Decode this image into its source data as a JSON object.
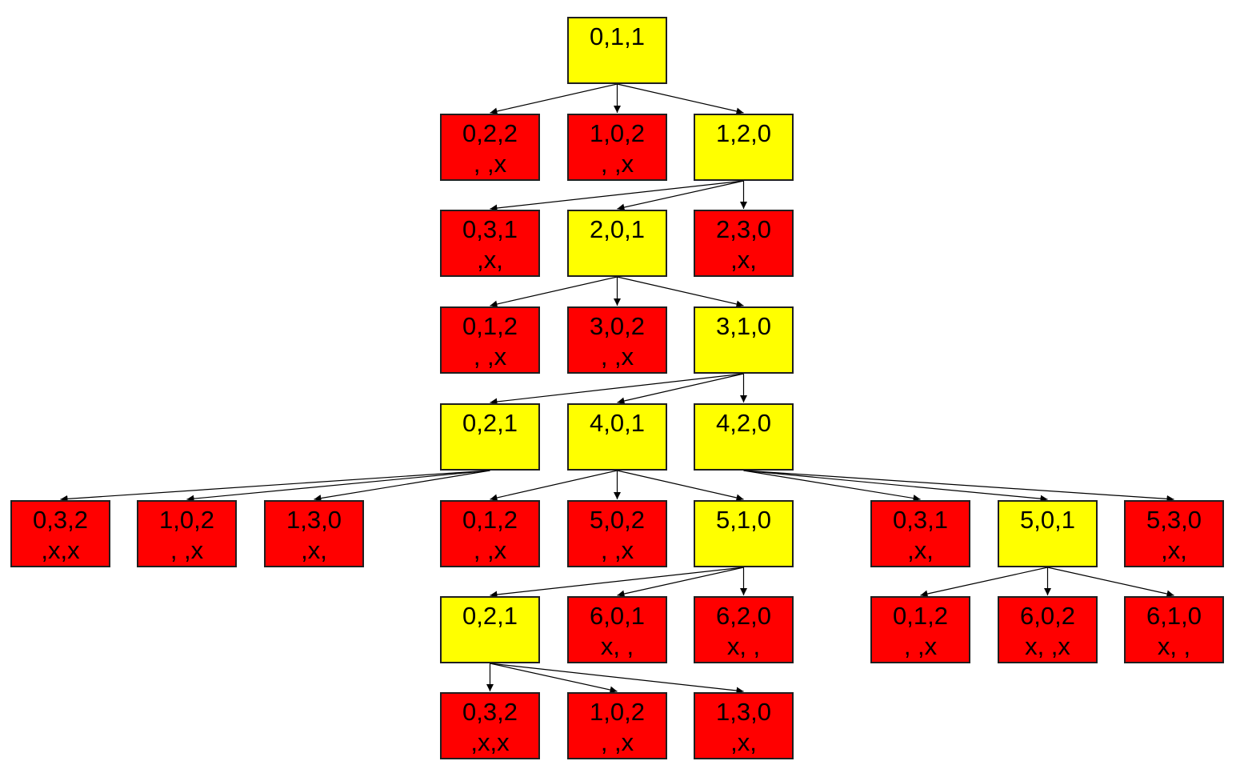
{
  "colors": {
    "open": "#ffff00",
    "dead": "#ff0000",
    "border": "#1f1f1f",
    "edge": "#000000"
  },
  "nodes": [
    {
      "id": "n0",
      "status": "open",
      "lines": [
        "0,1,1"
      ]
    },
    {
      "id": "n1a",
      "status": "dead",
      "lines": [
        "0,2,2",
        ", ,x"
      ]
    },
    {
      "id": "n1b",
      "status": "dead",
      "lines": [
        "1,0,2",
        ", ,x"
      ]
    },
    {
      "id": "n1c",
      "status": "open",
      "lines": [
        "1,2,0"
      ]
    },
    {
      "id": "n2a",
      "status": "dead",
      "lines": [
        "0,3,1",
        ",x,"
      ]
    },
    {
      "id": "n2b",
      "status": "open",
      "lines": [
        "2,0,1"
      ]
    },
    {
      "id": "n2c",
      "status": "dead",
      "lines": [
        "2,3,0",
        ",x,"
      ]
    },
    {
      "id": "n3a",
      "status": "dead",
      "lines": [
        "0,1,2",
        ", ,x"
      ]
    },
    {
      "id": "n3b",
      "status": "dead",
      "lines": [
        "3,0,2",
        ", ,x"
      ]
    },
    {
      "id": "n3c",
      "status": "open",
      "lines": [
        "3,1,0"
      ]
    },
    {
      "id": "n4a",
      "status": "open",
      "lines": [
        "0,2,1"
      ]
    },
    {
      "id": "n4b",
      "status": "open",
      "lines": [
        "4,0,1"
      ]
    },
    {
      "id": "n4c",
      "status": "open",
      "lines": [
        "4,2,0"
      ]
    },
    {
      "id": "n5a",
      "status": "dead",
      "lines": [
        "0,3,2",
        ",x,x"
      ]
    },
    {
      "id": "n5b",
      "status": "dead",
      "lines": [
        "1,0,2",
        ", ,x"
      ]
    },
    {
      "id": "n5c",
      "status": "dead",
      "lines": [
        "1,3,0",
        ",x,"
      ]
    },
    {
      "id": "n5d",
      "status": "dead",
      "lines": [
        "0,1,2",
        ", ,x"
      ]
    },
    {
      "id": "n5e",
      "status": "dead",
      "lines": [
        "5,0,2",
        ", ,x"
      ]
    },
    {
      "id": "n5f",
      "status": "open",
      "lines": [
        "5,1,0"
      ]
    },
    {
      "id": "n5g",
      "status": "dead",
      "lines": [
        "0,3,1",
        ",x,"
      ]
    },
    {
      "id": "n5h",
      "status": "open",
      "lines": [
        "5,0,1"
      ]
    },
    {
      "id": "n5i",
      "status": "dead",
      "lines": [
        "5,3,0",
        ",x,"
      ]
    },
    {
      "id": "n6a",
      "status": "open",
      "lines": [
        "0,2,1"
      ]
    },
    {
      "id": "n6b",
      "status": "dead",
      "lines": [
        "6,0,1",
        "x, ,"
      ]
    },
    {
      "id": "n6c",
      "status": "dead",
      "lines": [
        "6,2,0",
        "x, ,"
      ]
    },
    {
      "id": "n6d",
      "status": "dead",
      "lines": [
        "0,1,2",
        ", ,x"
      ]
    },
    {
      "id": "n6e",
      "status": "dead",
      "lines": [
        "6,0,2",
        "x, ,x"
      ]
    },
    {
      "id": "n6f",
      "status": "dead",
      "lines": [
        "6,1,0",
        "x, ,"
      ]
    },
    {
      "id": "n7a",
      "status": "dead",
      "lines": [
        "0,3,2",
        ",x,x"
      ]
    },
    {
      "id": "n7b",
      "status": "dead",
      "lines": [
        "1,0,2",
        ", ,x"
      ]
    },
    {
      "id": "n7c",
      "status": "dead",
      "lines": [
        "1,3,0",
        ",x,"
      ]
    }
  ],
  "edges": [
    [
      "n0",
      "n1a"
    ],
    [
      "n0",
      "n1b"
    ],
    [
      "n0",
      "n1c"
    ],
    [
      "n1c",
      "n2a"
    ],
    [
      "n1c",
      "n2b"
    ],
    [
      "n1c",
      "n2c"
    ],
    [
      "n2b",
      "n3a"
    ],
    [
      "n2b",
      "n3b"
    ],
    [
      "n2b",
      "n3c"
    ],
    [
      "n3c",
      "n4a"
    ],
    [
      "n3c",
      "n4b"
    ],
    [
      "n3c",
      "n4c"
    ],
    [
      "n4a",
      "n5a"
    ],
    [
      "n4a",
      "n5b"
    ],
    [
      "n4a",
      "n5c"
    ],
    [
      "n4b",
      "n5d"
    ],
    [
      "n4b",
      "n5e"
    ],
    [
      "n4b",
      "n5f"
    ],
    [
      "n4c",
      "n5g"
    ],
    [
      "n4c",
      "n5h"
    ],
    [
      "n4c",
      "n5i"
    ],
    [
      "n5f",
      "n6a"
    ],
    [
      "n5f",
      "n6b"
    ],
    [
      "n5f",
      "n6c"
    ],
    [
      "n5h",
      "n6d"
    ],
    [
      "n5h",
      "n6e"
    ],
    [
      "n5h",
      "n6f"
    ],
    [
      "n6a",
      "n7a"
    ],
    [
      "n6a",
      "n7b"
    ],
    [
      "n6a",
      "n7c"
    ]
  ]
}
